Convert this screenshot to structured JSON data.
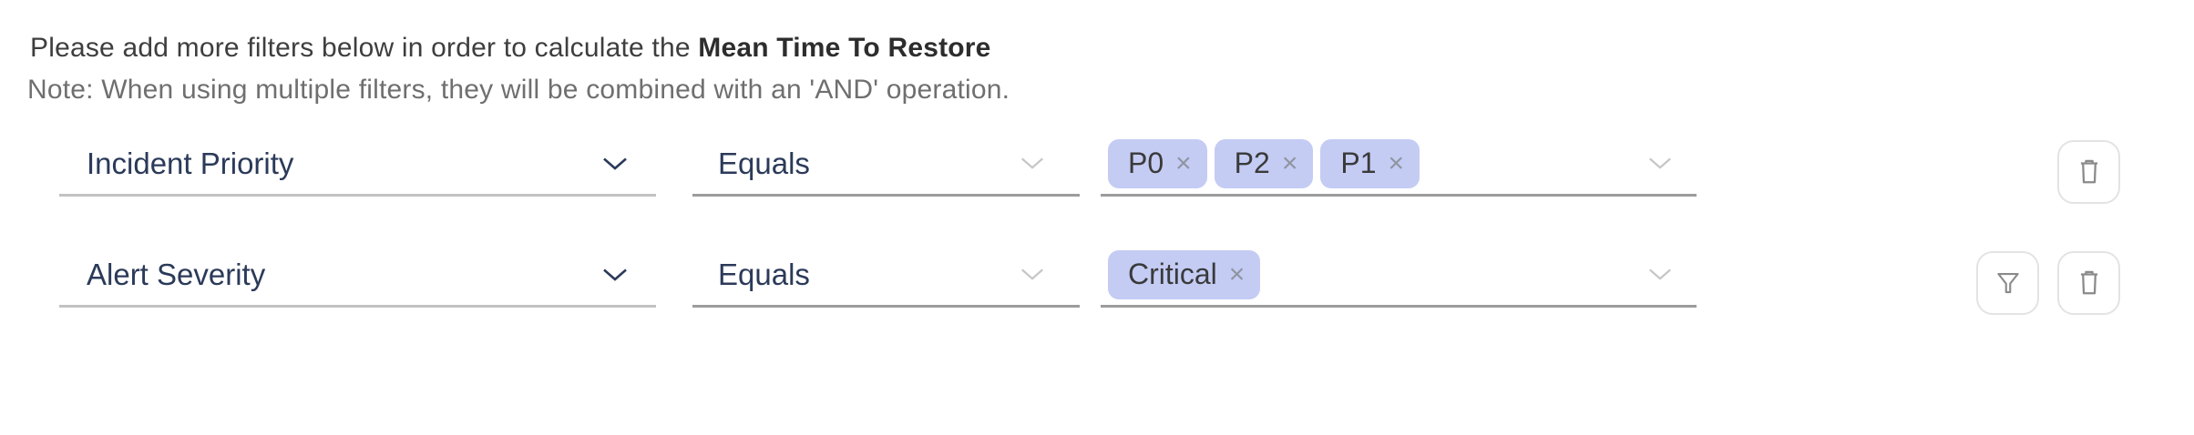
{
  "header": {
    "prefix": "Please add more filters below in order to calculate the ",
    "metric": "Mean Time To Restore"
  },
  "note": "Note: When using multiple filters, they will be combined with an 'AND' operation.",
  "icons": {
    "close_glyph": "×",
    "dropdown": "chevron-down-icon",
    "delete": "trash-icon",
    "filter": "funnel-icon"
  },
  "colors": {
    "tag_background": "#c4ccf4",
    "field_label": "#2b3a59",
    "underline_light": "#c2c2c2",
    "underline_dark": "#9c9c9c",
    "icon_gray": "#8a8a8a",
    "note_gray": "#6f6f6f"
  },
  "rows": [
    {
      "field": "Incident Priority",
      "operator": "Equals",
      "tags": [
        {
          "label": "P0"
        },
        {
          "label": "P2"
        },
        {
          "label": "P1"
        }
      ]
    },
    {
      "field": "Alert Severity",
      "operator": "Equals",
      "tags": [
        {
          "label": "Critical"
        }
      ]
    }
  ]
}
